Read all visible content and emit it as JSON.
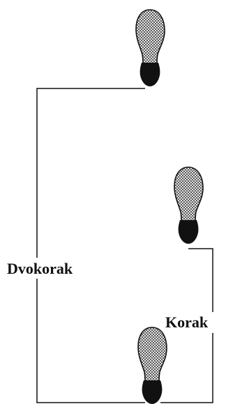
{
  "labels": {
    "stride": "Dvokorak",
    "step": "Korak"
  },
  "footprints": [
    {
      "name": "footprint-top",
      "side": "left"
    },
    {
      "name": "footprint-middle",
      "side": "right"
    },
    {
      "name": "footprint-bottom",
      "side": "left"
    }
  ],
  "colors": {
    "ink": "#111111",
    "background": "#ffffff"
  }
}
